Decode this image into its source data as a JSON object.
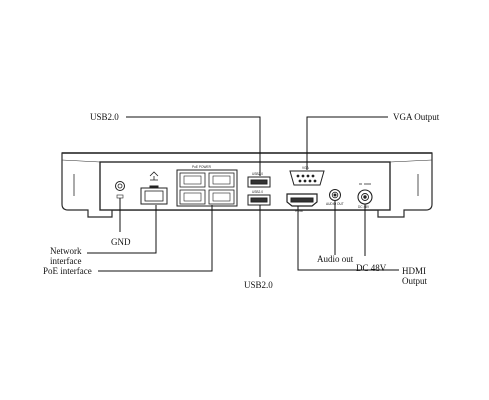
{
  "callouts": {
    "usb_top": "USB2.0",
    "vga_output": "VGA Output",
    "gnd": "GND",
    "network_interface": "Network\ninterface",
    "poe_interface": "PoE interface",
    "usb_bottom": "USB2.0",
    "audio_out": "Audio out",
    "dc_48v": "DC 48V",
    "hdmi_output": "HDMI\nOutput"
  },
  "panel_markings": {
    "poe_power": "PoE POWER",
    "usb_top": "USB2.0",
    "usb_bottom": "USB2.0",
    "vga": "VGA",
    "hdmi": "HDMI",
    "audio_out": "AUDIO OUT",
    "dc": "DC 48V"
  },
  "colors": {
    "line": "#111111",
    "device_body": "#ffffff",
    "device_outline": "#2a2a2a"
  }
}
